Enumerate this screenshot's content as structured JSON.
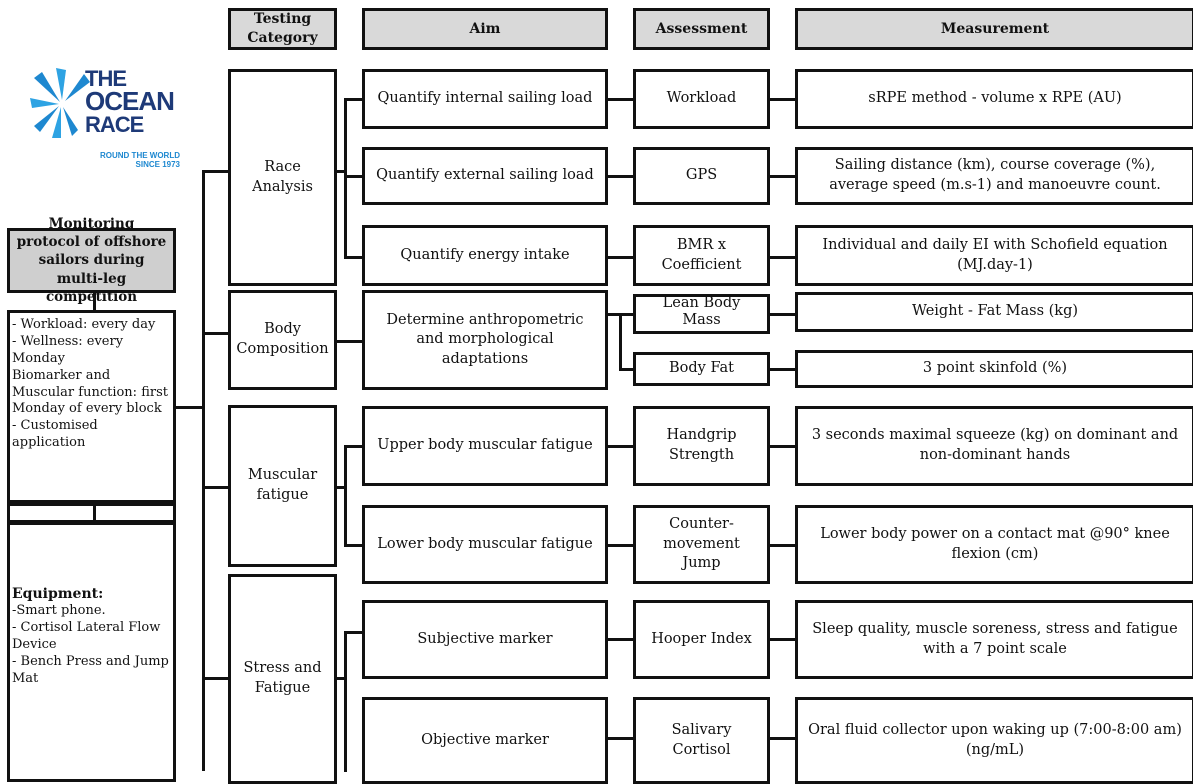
{
  "logo": {
    "title_lines": [
      "THE",
      "OCEAN",
      "RACE"
    ],
    "subtitle_lines": [
      "ROUND THE WORLD",
      "SINCE 1973"
    ],
    "colors": {
      "dark": "#1e3a78",
      "light": "#2ea3e3"
    }
  },
  "headers": {
    "testing_category": "Testing Category",
    "aim": "Aim",
    "assessment": "Assessment",
    "measurement": "Measurement"
  },
  "protocol": {
    "title": "Monitoring protocol of offshore sailors during multi-leg competition",
    "schedule": [
      "- Workload: every day",
      "- Wellness: every Monday",
      "Biomarker and Muscular function: first Monday of every block",
      "- Customised application"
    ],
    "equipment_title": "Equipment:",
    "equipment": [
      "-Smart phone.",
      "- Cortisol Lateral Flow Device",
      "- Bench Press and Jump Mat"
    ]
  },
  "categories": [
    {
      "label": "Race Analysis"
    },
    {
      "label": "Body Composition"
    },
    {
      "label": "Muscular fatigue"
    },
    {
      "label": "Stress and Fatigue"
    }
  ],
  "rows": [
    {
      "aim": "Quantify internal sailing load",
      "assessment": "Workload",
      "measurement": "sRPE method - volume x RPE (AU)"
    },
    {
      "aim": "Quantify external sailing load",
      "assessment": "GPS",
      "measurement": "Sailing distance (km), course coverage (%), average speed (m.s-1) and manoeuvre count."
    },
    {
      "aim": "Quantify energy intake",
      "assessment": "BMR x Coefficient",
      "measurement": "Individual and daily EI with Schofield equation (MJ.day-1)"
    },
    {
      "aim": "Determine anthropometric and morphological adaptations",
      "assessment": "Lean Body Mass",
      "measurement": "Weight - Fat Mass (kg)"
    },
    {
      "aim": "",
      "assessment": "Body Fat",
      "measurement": "3 point skinfold (%)"
    },
    {
      "aim": "Upper body muscular fatigue",
      "assessment": "Handgrip Strength",
      "measurement": "3 seconds maximal squeeze (kg) on dominant and non-dominant hands"
    },
    {
      "aim": "Lower body muscular fatigue",
      "assessment": "Counter-movement Jump",
      "measurement": "Lower body power on a contact mat @90° knee flexion (cm)"
    },
    {
      "aim": "Subjective marker",
      "assessment": "Hooper Index",
      "measurement": "Sleep quality, muscle soreness, stress and fatigue with a 7 point scale"
    },
    {
      "aim": "Objective marker",
      "assessment": "Salivary Cortisol",
      "measurement": "Oral fluid collector upon waking up (7:00-8:00 am) (ng/mL)"
    }
  ]
}
